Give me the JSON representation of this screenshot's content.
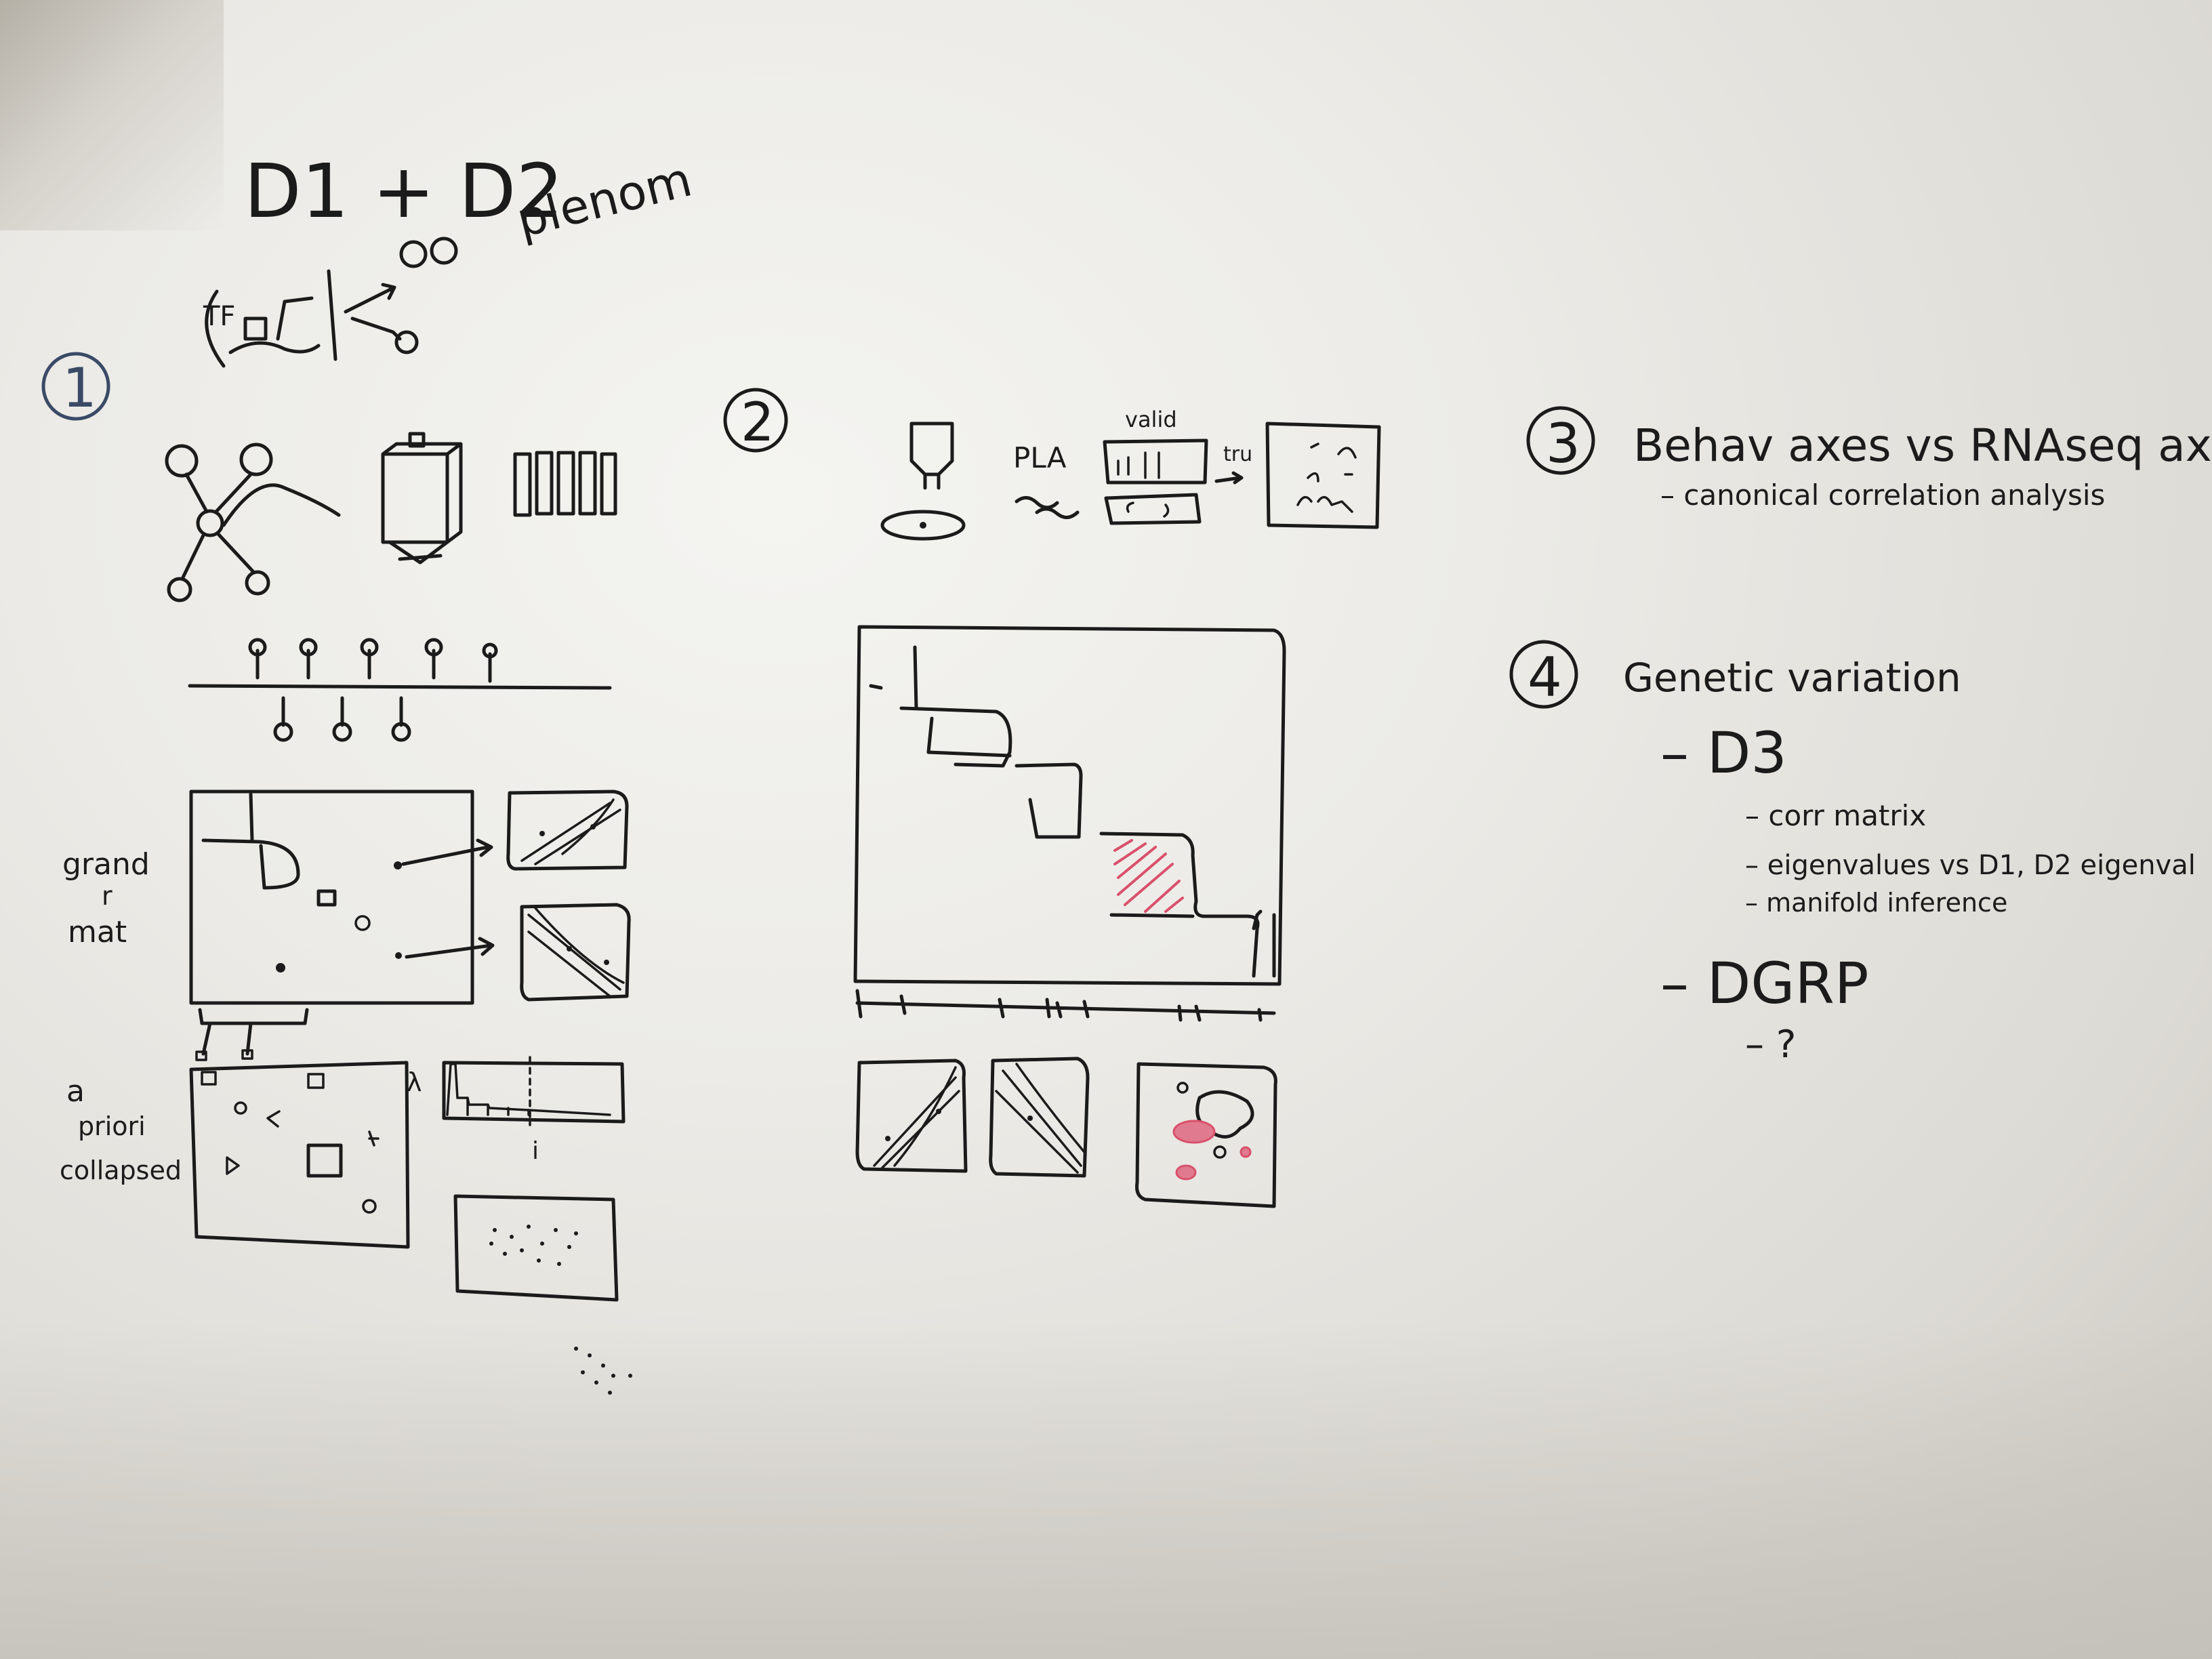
{
  "header": {
    "title": "D1 + D2",
    "subtitle": "plenom",
    "tf_label": "TF"
  },
  "section1": {
    "number": "1",
    "label_grand": "grand",
    "label_r": "r",
    "label_mat": "mat",
    "label_a": "a",
    "label_priori": "priori",
    "label_collapsed": "collapsed",
    "lambda_label": "λ",
    "i_label": "i"
  },
  "section2": {
    "number": "2",
    "pla": "PLA",
    "valid": "valid",
    "tru": "tru"
  },
  "section3": {
    "number": "3",
    "title": "Behav axes vs RNAseq axes",
    "sub": "– canonical correlation analysis"
  },
  "section4": {
    "number": "4",
    "title": "Genetic variation",
    "d3": "– D3",
    "items": [
      "– corr matrix",
      "– eigenvalues vs D1, D2 eigenval",
      "– manifold inference"
    ],
    "dgrp": "– DGRP",
    "question": "– ?"
  },
  "ink_color": "#1b1b1b",
  "highlight_color": "#d9506b"
}
